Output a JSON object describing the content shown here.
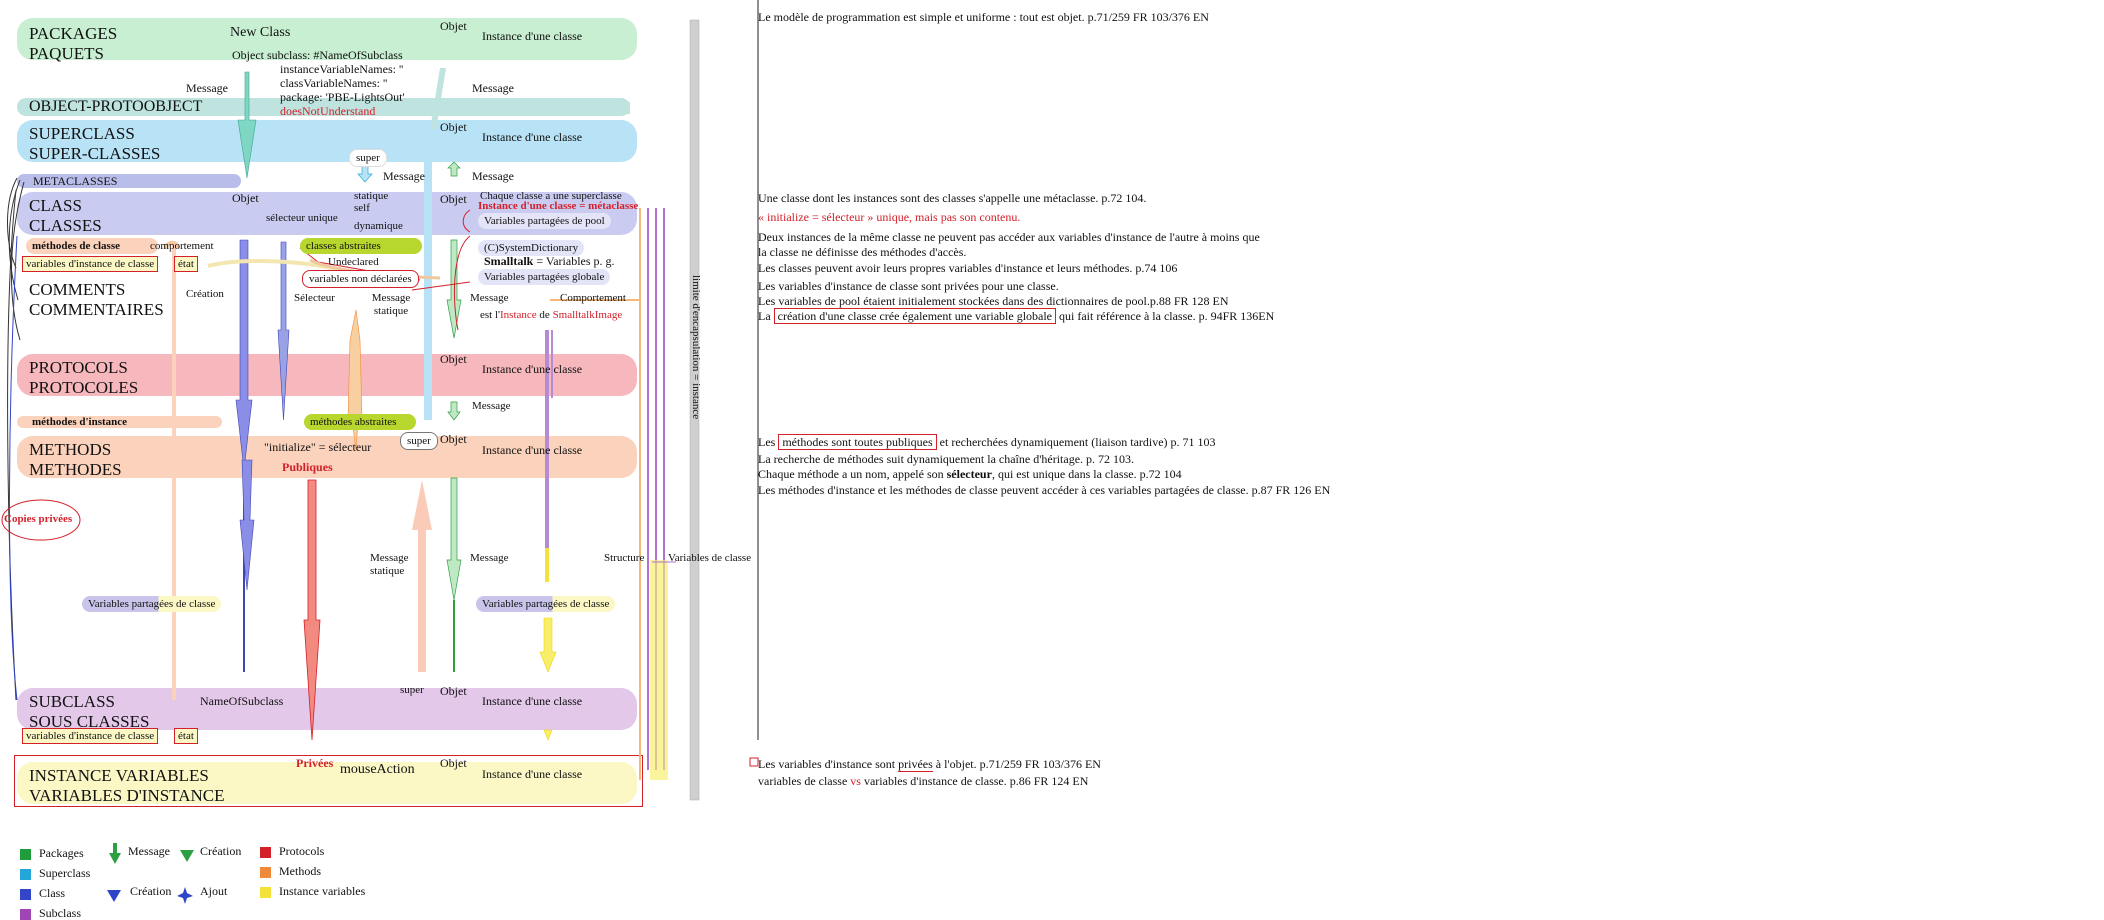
{
  "colors": {
    "packages": "#c8efd1",
    "protoobject": "#bfe3df",
    "superclass": "#b8e2f6",
    "metaclasses": "#b9bdea",
    "class": "#c9ccf0",
    "comments_tag": "#f8d0bb",
    "protocols": "#f7b8bd",
    "methods": "#fbd2bb",
    "subclass": "#e3c8ea",
    "instance": "#fbf8c6",
    "abstract_green": "#b7d72e",
    "red": "#d4202a",
    "line_green": "#2ea043",
    "line_blue": "#2f45c9",
    "line_purple": "#a03ab0",
    "line_orange": "#f08a3a",
    "line_yellow": "#f4e23a"
  },
  "bands": {
    "packages": {
      "line1": "PACKAGES",
      "line2": "PAQUETS"
    },
    "protoobject": {
      "line1": "OBJECT-PROTOOBJECT"
    },
    "superclass": {
      "line1": "SUPERCLASS",
      "line2": "SUPER-CLASSES"
    },
    "metaclasses": {
      "line1": "METACLASSES"
    },
    "class": {
      "line1": "CLASS",
      "line2": "CLASSES"
    },
    "comments": {
      "line1": "COMMENTS",
      "line2": "COMMENTAIRES"
    },
    "protocols": {
      "line1": "PROTOCOLS",
      "line2": "PROTOCOLES"
    },
    "methods": {
      "line1": "METHODS",
      "line2": "METHODES"
    },
    "subclass": {
      "line1": "SUBCLASS",
      "line2": "SOUS CLASSES"
    },
    "instance": {
      "line1": "INSTANCE VARIABLES",
      "line2": "VARIABLES D'INSTANCE"
    }
  },
  "diagram": {
    "new_class": "New Class",
    "object_subclass": "Object subclass: #NameOfSubclass",
    "instance_var_names": "instanceVariableNames: ''",
    "class_var_names": "classVariableNames: ''",
    "package": "package: 'PBE-LightsOut'",
    "does_not_understand": "doesNotUnderstand",
    "message": "Message",
    "objet": "Objet",
    "instance_classe": "Instance d'une classe",
    "super": "super",
    "static": "statique",
    "self": "self",
    "dynamic": "dynamique",
    "selecteur_unique": "sélecteur unique",
    "chaque_classe": "Chaque classe a une superclasse",
    "instance_meta": "Instance d'une classe = métaclasse",
    "var_pool": "Variables partagées de pool",
    "methodes_classe": "méthodes de classe",
    "comportement": "comportement",
    "classes_abstraites": "classes abstraites",
    "system_dictionary": "(C)SystemDictionary",
    "smalltalk": "Smalltalk",
    "smalltalk_rest": "= Variables p. g.",
    "var_globale": "Variables partagées globale",
    "var_inst_classe": "variables d'instance de classe",
    "etat": "état",
    "undeclared": "Undeclared",
    "var_non_declarees": "variables non déclarées",
    "creation": "Création",
    "selecteur": "Sélecteur",
    "message_statique": "Message statique",
    "message_label": "Message",
    "comportement_label": "Comportement",
    "est_l": "est l'",
    "instance_word": "Instance",
    "de_word": "de",
    "smalltalk_image": "SmalltalkImage",
    "methodes_instance": "méthodes d'instance",
    "methodes_abstraites": "méthodes abstraites",
    "initialize_sel": "\"initialize\" = sélecteur",
    "publiques": "Publiques",
    "copies_privees": "Copies privées",
    "structure": "Structure",
    "variables_de_classe": "Variables de classe",
    "var_partagees_classe": "Variables partagées de classe",
    "name_of_subclass": "NameOfSubclass",
    "privees": "Privées",
    "mouse_action": "mouseAction",
    "limite": "limite d'encapsulation = instance"
  },
  "right_notes": {
    "n1": "Le modèle de programmation est simple et uniforme : tout est objet. p.71/259 FR 103/376 EN",
    "n2": "Une classe dont les instances sont des classes s'appelle une métaclasse. p.72 104.",
    "n3": "« initialize = sélecteur » unique, mais pas son contenu.",
    "n4a": "Deux instances de la même classe ne peuvent pas accéder aux variables d'instance de l'autre à moins que",
    "n4b": "la classe ne définisse des méthodes d'accès.",
    "n5": "Les classes peuvent avoir leurs propres variables d'instance et leurs méthodes. p.74 106",
    "n6": "Les variables d'instance de classe sont privées pour une classe.",
    "n7": "Les variables de pool étaient initialement stockées dans des dictionnaires de pool.p.88 FR 128 EN",
    "n8_pre": "La ",
    "n8_box": "création d'une classe crée également une variable globale",
    "n8_post": " qui fait référence à la classe. p. 94FR 136EN",
    "n9_pre": "Les ",
    "n9_box": "méthodes sont toutes publiques",
    "n9_post": " et recherchées dynamiquement (liaison tardive) p. 71 103",
    "n10": "La recherche de méthodes suit dynamiquement la chaîne d'héritage. p. 72 103.",
    "n11_pre": "Chaque méthode a un nom, appelé son ",
    "n11_bold": "sélecteur",
    "n11_post": ", qui est unique dans la classe. p.72 104",
    "n12": "Les méthodes d'instance et les méthodes de classe peuvent accéder à ces variables partagées de classe. p.87 FR 126 EN",
    "n13_pre": "Les variables d'instance sont ",
    "n13_u": "privées",
    "n13_post": " à l'objet. p.71/259 FR 103/376 EN",
    "n14_pre": "variables de classe ",
    "n14_vs": "vs",
    "n14_post": " variables d'instance de classe. p.86 FR 124 EN"
  },
  "legend": {
    "packages": "Packages",
    "superclass": "Superclass",
    "class": "Class",
    "subclass": "Subclass",
    "message": "Message",
    "creation": "Création",
    "creation2": "Création",
    "ajout": "Ajout",
    "protocols": "Protocols",
    "methods": "Methods",
    "instance_variables": "Instance variables"
  }
}
